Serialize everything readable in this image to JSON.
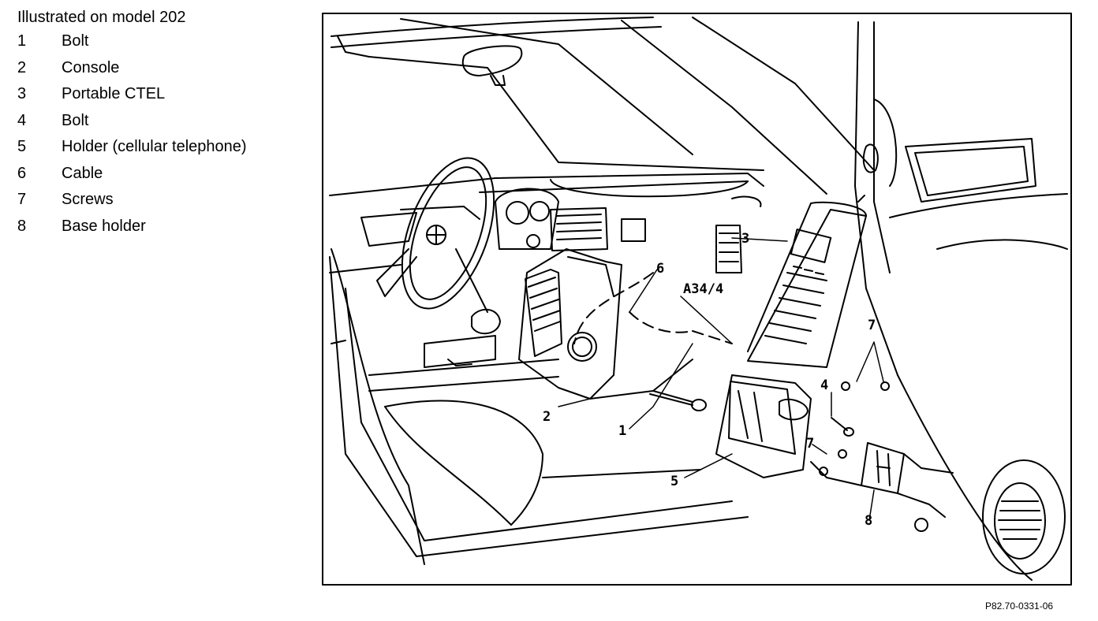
{
  "legend": {
    "title": "Illustrated on model 202",
    "items": [
      {
        "num": "1",
        "label": "Bolt"
      },
      {
        "num": "2",
        "label": "Console"
      },
      {
        "num": "3",
        "label": "Portable CTEL"
      },
      {
        "num": "4",
        "label": "Bolt"
      },
      {
        "num": "5",
        "label": "Holder (cellular telephone)"
      },
      {
        "num": "6",
        "label": "Cable"
      },
      {
        "num": "7",
        "label": "Screws"
      },
      {
        "num": "8",
        "label": "Base holder"
      }
    ]
  },
  "figure": {
    "callouts": {
      "c1": "1",
      "c2": "2",
      "c3": "3",
      "c4": "4",
      "c5": "5",
      "c6": "6",
      "c7a": "7",
      "c7b": "7",
      "c8": "8",
      "component": "A34/4"
    },
    "code": "P82.70-0331-06"
  }
}
